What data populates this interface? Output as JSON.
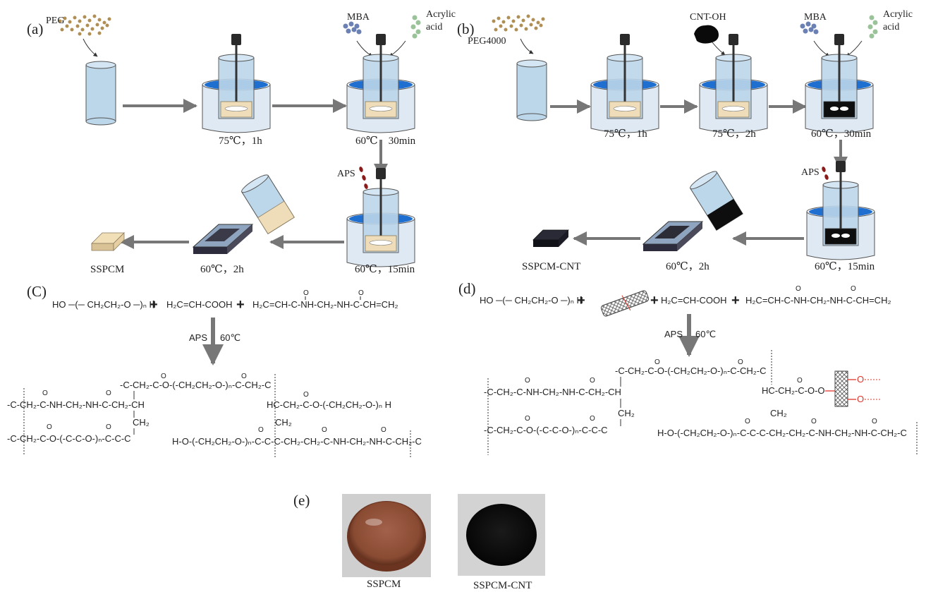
{
  "panels": {
    "a": {
      "label": "(a)",
      "reagent_peg": "PEG",
      "reagent_mba": "MBA",
      "reagent_acrylic": "Acrylic\nacid",
      "reagent_aps": "APS",
      "step1": "75℃，1h",
      "step2": "60℃，30min",
      "step3": "60℃，15min",
      "step4": "60℃，2h",
      "product": "SSPCM"
    },
    "b": {
      "label": "(b)",
      "reagent_peg": "PEG4000",
      "reagent_cnt": "CNT-OH",
      "reagent_mba": "MBA",
      "reagent_acrylic": "Acrylic\nacid",
      "reagent_aps": "APS",
      "step1": "75℃，1h",
      "step2": "75℃，2h",
      "step3": "60℃，30min",
      "step4": "60℃，15min",
      "step5": "60℃，2h",
      "product": "SSPCM-CNT"
    },
    "c": {
      "label": "(C)",
      "peg": "HO ─(─ CH₂CH₂-O ─)ₙ H",
      "acrylic": "H₂C=CH-COOH",
      "mba": "H₂C=CH-C-NH-CH₂-NH-C-CH=CH₂",
      "conditions_left": "APS",
      "conditions_right": "60℃"
    },
    "d": {
      "label": "(d)",
      "peg": "HO ─(─ CH₂CH₂-O ─)ₙ H",
      "acrylic": "H₂C=CH-COOH",
      "mba": "H₂C=CH-C-NH-CH₂-NH-C-CH=CH₂",
      "conditions_left": "APS",
      "conditions_right": "60℃"
    },
    "e": {
      "label": "(e)",
      "photo1_caption": "SSPCM",
      "photo2_caption": "SSPCM-CNT"
    }
  },
  "colors": {
    "beaker": "#bcd6ea",
    "water": "#1f6fd1",
    "peg_melt": "#efdcb8",
    "cnt_melt": "#111111",
    "arrow": "#777777",
    "sspcm_photo": "#8a4b33",
    "cnt_bond": "#e0362c"
  }
}
